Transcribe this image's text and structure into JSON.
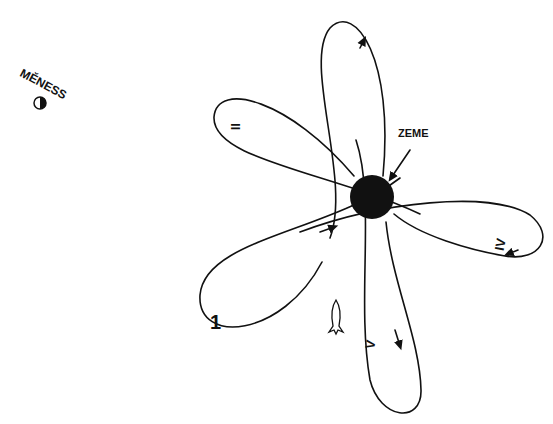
{
  "diagram": {
    "labels": [
      "MĚNESS",
      "ZEME",
      "II",
      "IV",
      "1",
      "V"
    ]
  }
}
